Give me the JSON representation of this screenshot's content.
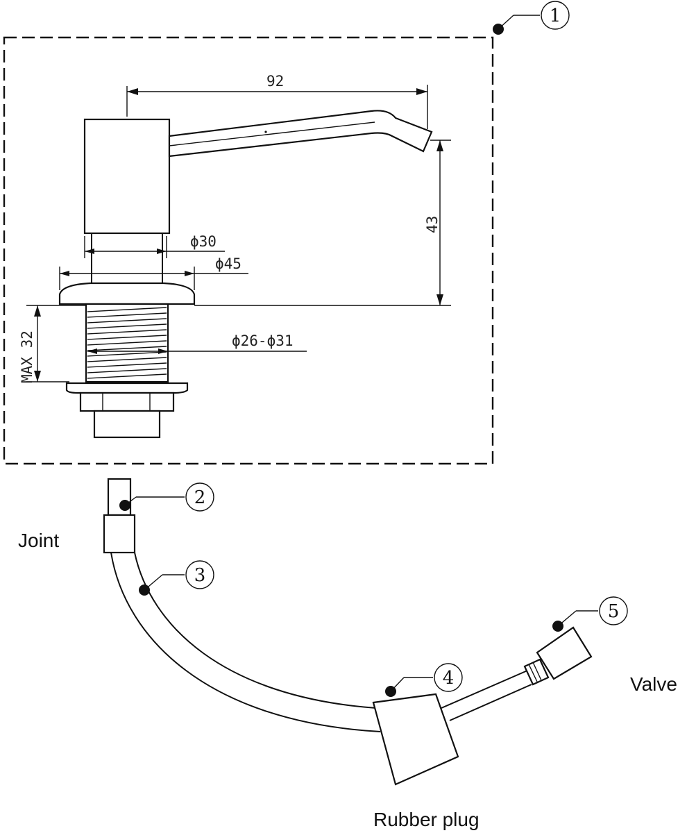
{
  "dimensions": {
    "spout_length": "92",
    "spout_height": "43",
    "head_diameter": "ϕ30",
    "flange_diameter": "ϕ45",
    "thread_diameter": "ϕ26-ϕ31",
    "max_thickness": "MAX 32"
  },
  "callouts": [
    "1",
    "2",
    "3",
    "4",
    "5"
  ],
  "labels": {
    "joint": "Joint",
    "valve": "Valve",
    "rubber_plug": "Rubber plug"
  },
  "colors": {
    "line": "#111111",
    "background": "#ffffff"
  }
}
